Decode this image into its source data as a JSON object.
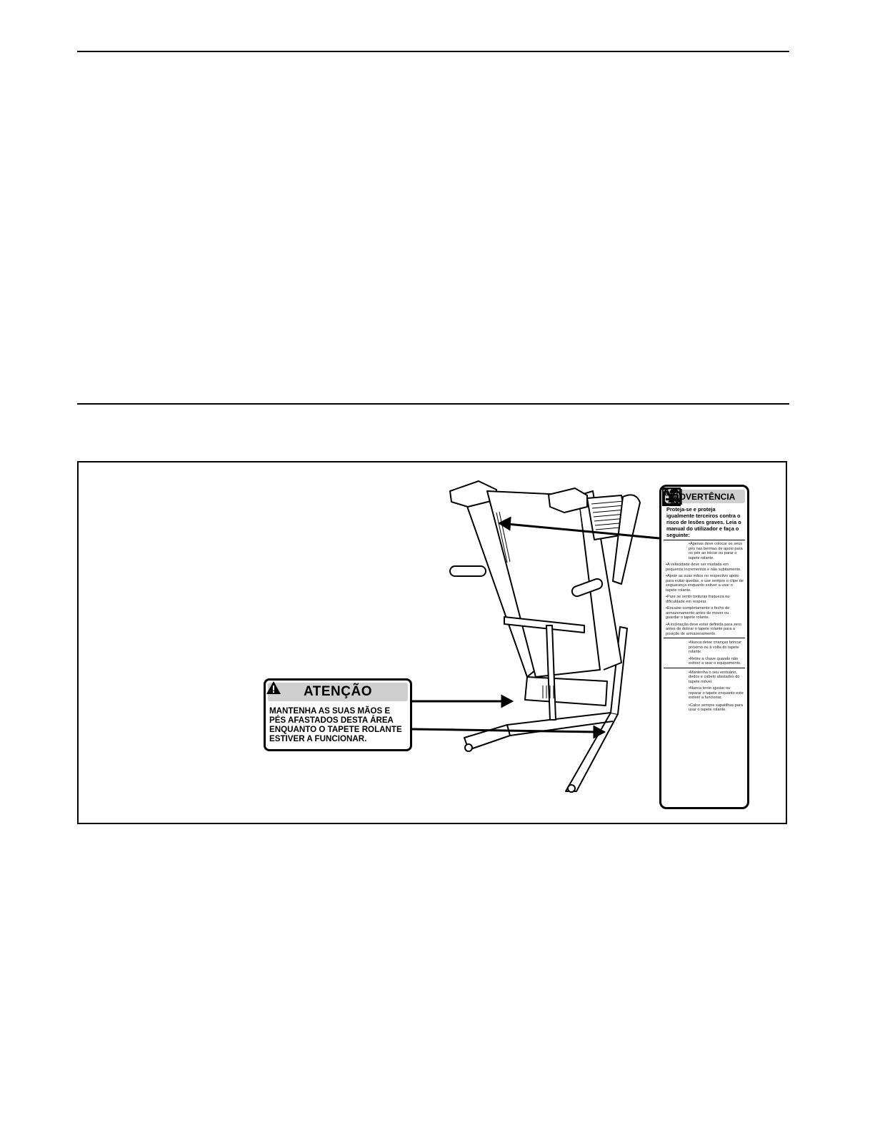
{
  "atencao_label": {
    "title": "ATENÇÃO",
    "lines": [
      "MANTENHA AS SUAS MÃOS E",
      "PÉS AFASTADOS DESTA ÁREA",
      "ENQUANTO O TAPETE ROLANTE",
      "ESTIVER A FUNCIONAR."
    ]
  },
  "advertencia_label": {
    "title": "ADVERTÊNCIA",
    "intro": [
      "Proteja-se e proteja",
      "igualmente terceiros contra o",
      "risco de lesões graves. Leia o",
      "manual do utilizador e faça o",
      "seguinte:"
    ],
    "item1": "•Apenas deve colocar os seus pés nas bermas de apoio para os pés ao iniciar ou parar o tapete rolante.",
    "item2": "•A velocidade deve ser mudada em pequenos incrementos e não subitamente.",
    "item3": "•Apoie as suas mãos no respectivo apoio para evitar quedas, e use sempre o clipe de seguarança enquanto estiver a usar o tapete rolante.",
    "item4": "•Pare se sentir tonturas fraqueza ou dificuldade em respirar.",
    "item5": "•Encaixe completamente o fecho de armazenamento antes de mover ou guardar o tapete rolante.",
    "item6": "•A inclinação deve estar definida para zero antes de dobrar o tapete rolante para a posição de armazenamento.",
    "item7": "•Nunca deixe crianças brincar próximo ou à volta do tapete rolante.",
    "item8": "•Retire a chave quando não estiver a usar o equipamento.",
    "item9": "•Mantenha o seu vestuário, dedos e cabelo afastados do tapete móvel.",
    "item10": "•Nunca tente ajustar ou reparar o tapete enquanto este estiver a funcionar.",
    "item11": "•Calce sempre sapatilhas para usar o tapete rolante."
  },
  "icons": [
    "warning-triangle-icon",
    "stepping-person-icon",
    "child-no-play-icon",
    "clothing-caught-icon",
    "manual-info-icon"
  ]
}
